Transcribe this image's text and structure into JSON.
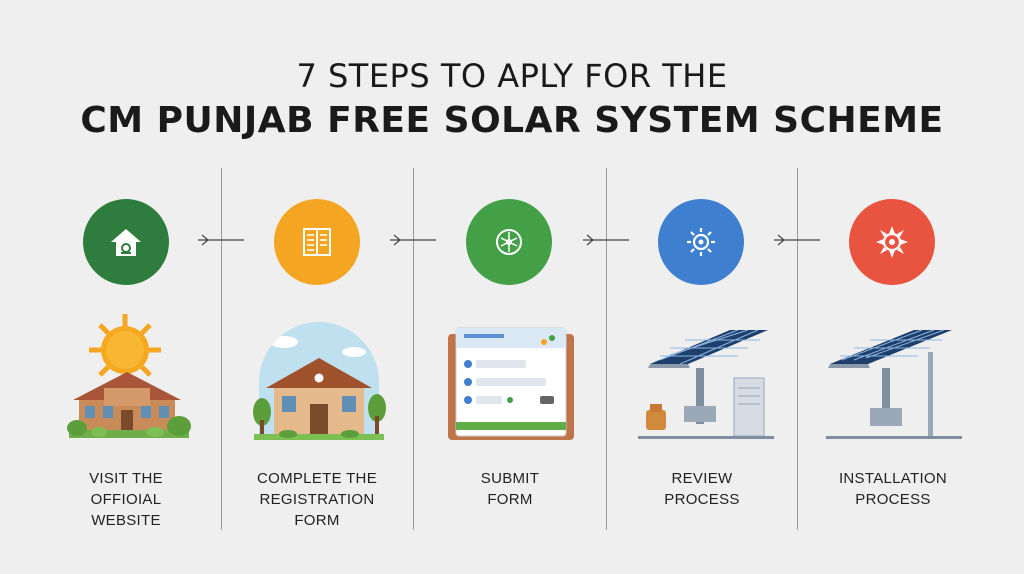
{
  "header": {
    "line1": "7 STEPS TO APLY FOR THE",
    "line2": "CM PUNJAB FREE SOLAR SYSTEM SCHEME"
  },
  "steps": [
    {
      "color": "#2e7d3e",
      "icon": "home-icon",
      "illustration": "sun-over-house",
      "label_lines": [
        "VISIT THE",
        "OFFIOIAL",
        "WEBSITE"
      ]
    },
    {
      "color": "#f4a623",
      "icon": "document-icon",
      "illustration": "house-scene",
      "label_lines": [
        "COMPLETE THE",
        "REGISTRATION",
        "FORM"
      ]
    },
    {
      "color": "#43a047",
      "icon": "submit-globe-icon",
      "illustration": "web-form",
      "label_lines": [
        "SUBMIT",
        "FORM"
      ]
    },
    {
      "color": "#3f7fd0",
      "icon": "review-sun-icon",
      "illustration": "solar-panel-with-equipment",
      "label_lines": [
        "REVIEW",
        "PROCESS"
      ]
    },
    {
      "color": "#e8543f",
      "icon": "sun-gear-icon",
      "illustration": "solar-panel",
      "label_lines": [
        "INSTALLATION",
        "PROCESS"
      ]
    }
  ]
}
